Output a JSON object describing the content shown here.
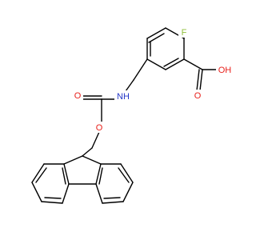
{
  "molecule": {
    "atom_labels": {
      "fluorine": "F",
      "acid_oxygen_carbonyl": "O",
      "acid_hydroxyl": "OH",
      "amine": "NH",
      "carbamate_carbonyl_oxygen": "O",
      "carbamate_ester_oxygen": "O"
    },
    "colors": {
      "bond": "#000000",
      "fluorine": "#8fbf3a",
      "oxygen": "#e8201b",
      "nitrogen": "#2437c8"
    }
  }
}
